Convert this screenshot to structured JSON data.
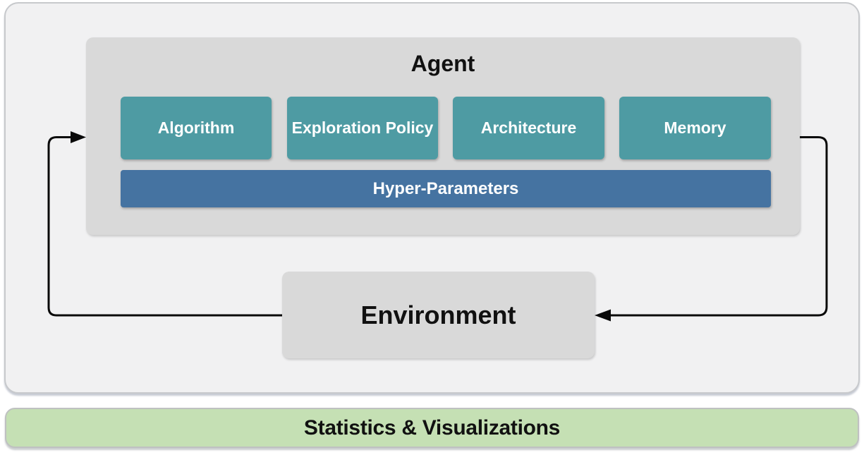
{
  "agent": {
    "title": "Agent",
    "modules": [
      {
        "label": "Algorithm"
      },
      {
        "label": "Exploration Policy"
      },
      {
        "label": "Architecture"
      },
      {
        "label": "Memory"
      }
    ],
    "hyper_parameters_label": "Hyper-Parameters"
  },
  "environment": {
    "title": "Environment"
  },
  "footer": {
    "label": "Statistics & Visualizations"
  },
  "arrows": [
    {
      "name": "environment-to-agent",
      "direction": "from Environment left edge, around the left side, into Agent left edge"
    },
    {
      "name": "agent-to-environment",
      "direction": "from Agent right edge, around the right side, into Environment right edge"
    }
  ],
  "colors": {
    "module_teal": "#4e9ba3",
    "hyper_parameters_blue": "#4573a1",
    "box_gray": "#d9d9d9",
    "panel_background": "#f1f1f2",
    "panel_border": "#c7c9cc",
    "footer_green": "#c5e0b4",
    "arrow_black": "#0a0a0a",
    "title_text": "#111111",
    "module_text": "#ffffff"
  }
}
